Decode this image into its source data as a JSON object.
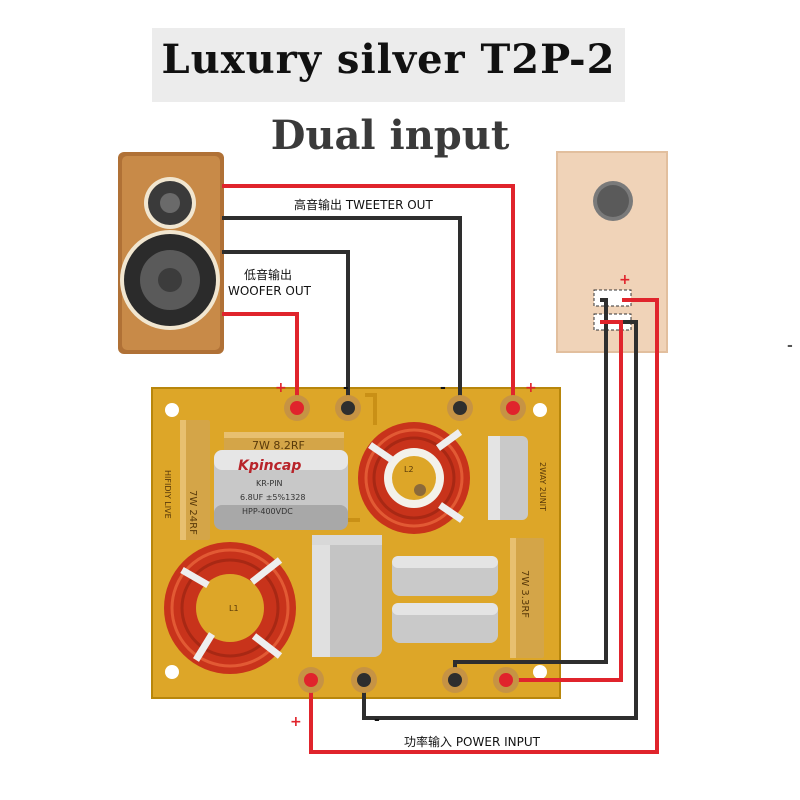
{
  "title": "Luxury silver T2P-2",
  "subtitle": "Dual input",
  "labels": {
    "tweeter_out": "高音输出 TWEETER OUT",
    "woofer_out_cn": "低音输出",
    "woofer_out_en": "WOOFER OUT",
    "power_input": "功率输入 POWER INPUT",
    "plus": "+",
    "minus": "-"
  },
  "board_text": {
    "res1": "7W 8.2RF",
    "res2": "7W 24RF",
    "res3": "7W 3.3RF",
    "cap_brand": "Kpincap",
    "cap_sub": "KR-PIN",
    "cap_spec": "6.8UF ±5%1328",
    "cap_volt": "HPP-400VDC",
    "coil1": "L1",
    "coil2": "L2",
    "side_left": "HIFIDIY LIVE",
    "side_right": "2WAY 2UNIT"
  },
  "colors": {
    "red_wire": "#e0242c",
    "black_wire": "#2e2e2e",
    "pcb": "#d9a429",
    "copper": "#d8381c",
    "gold": "#d09a3a"
  }
}
